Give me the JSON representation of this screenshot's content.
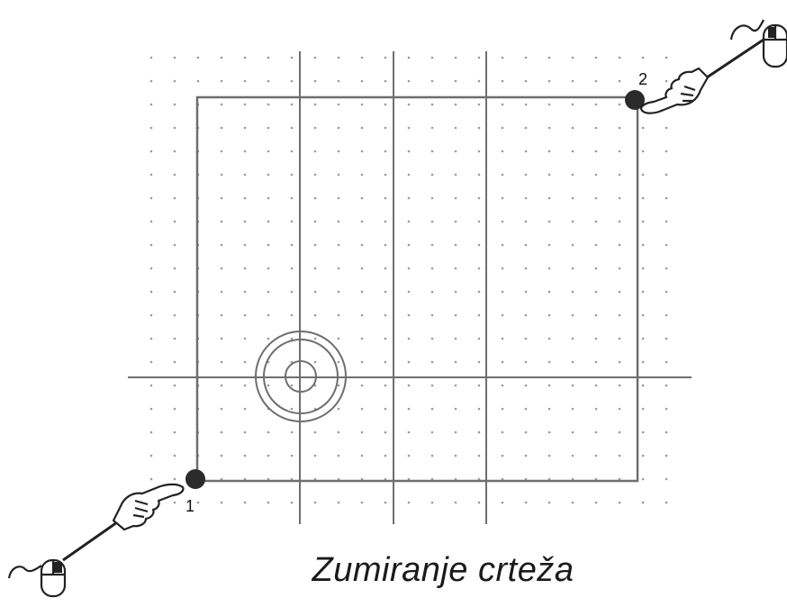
{
  "caption": "Zumiranje crteža",
  "points": [
    {
      "label": "1"
    },
    {
      "label": "2"
    }
  ],
  "colors": {
    "background": "#ffffff",
    "line": "#6e6e6e",
    "point": "#2b2b2b",
    "grid_dot": "#9a9a9a"
  },
  "icons": [
    "pointing-hand-icon",
    "mouse-icon"
  ]
}
